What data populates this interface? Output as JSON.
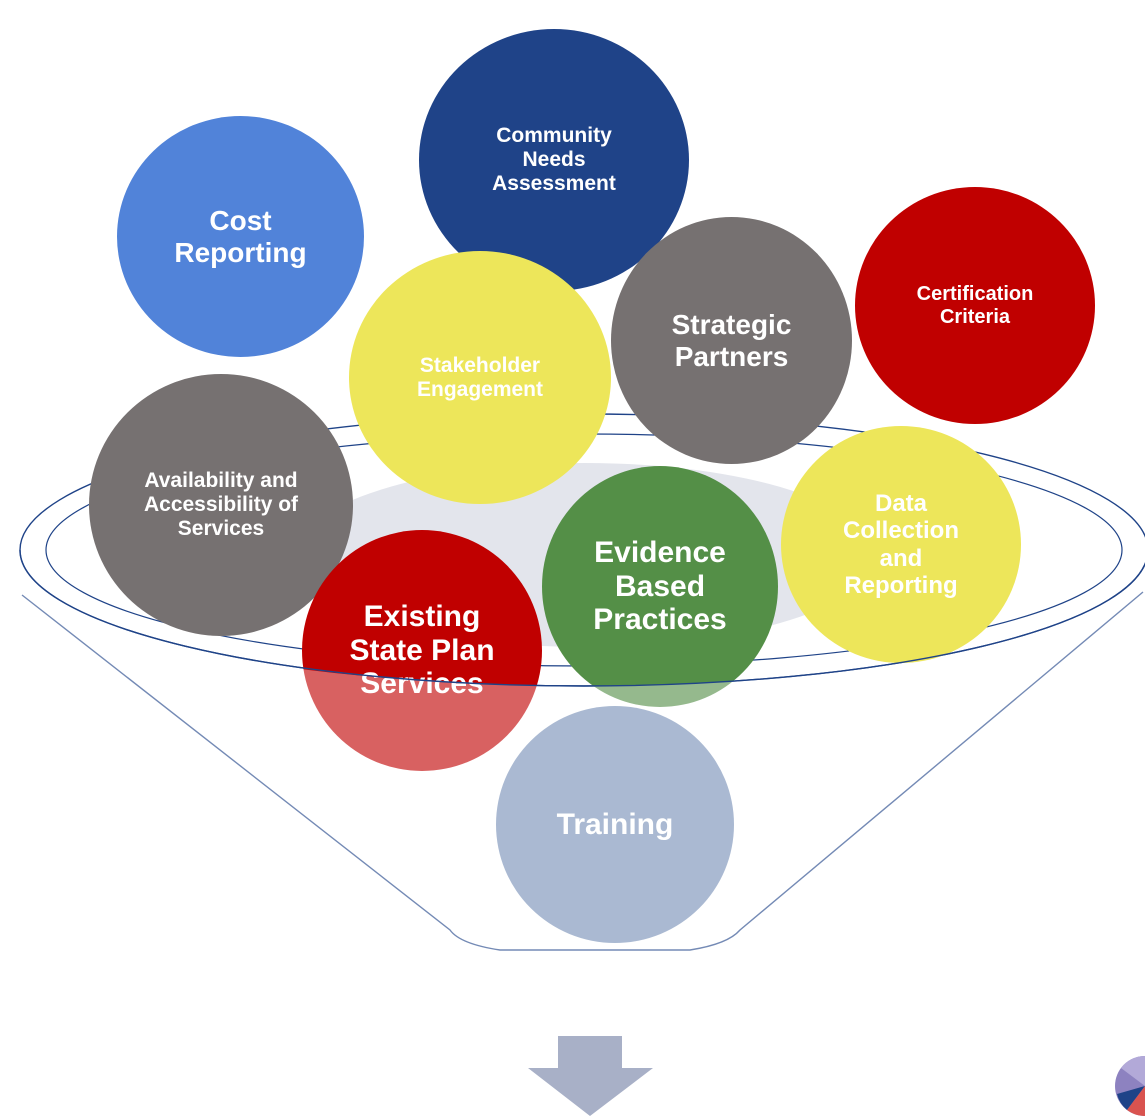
{
  "diagram": {
    "circles": [
      {
        "id": "community",
        "label": "Community Needs Assessment",
        "color": "#1f4388"
      },
      {
        "id": "cost",
        "label": "Cost Reporting",
        "color": "#5183d9"
      },
      {
        "id": "certification",
        "label": "Certification Criteria",
        "color": "#c00000"
      },
      {
        "id": "strategic",
        "label": "Strategic Partners",
        "color": "#767171"
      },
      {
        "id": "stakeholder",
        "label": "Stakeholder Engagement",
        "color": "#ede65a"
      },
      {
        "id": "availability",
        "label": "Availability and Accessibility of Services",
        "color": "#767171"
      },
      {
        "id": "evidence",
        "label": "Evidence Based Practices",
        "color": "#548f47"
      },
      {
        "id": "existing",
        "label": "Existing State Plan Services",
        "color": "#c00000"
      },
      {
        "id": "data",
        "label": "Data Collection and Reporting",
        "color": "#ede65a"
      },
      {
        "id": "training",
        "label": "Training",
        "color": "#768fb6"
      }
    ],
    "funnel": {
      "outline_color": "#1f4388",
      "interior_color": "#e3e5ec"
    },
    "arrow": {
      "color": "#a8b0c7",
      "direction": "down"
    }
  }
}
